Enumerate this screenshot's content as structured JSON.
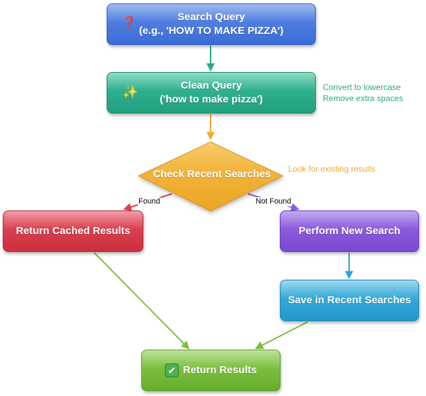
{
  "nodes": {
    "search_query": {
      "line1": "Search Query",
      "line2": "(e.g., 'HOW TO MAKE PIZZA')",
      "icon": "question-mark",
      "icon_glyph": "❓"
    },
    "clean_query": {
      "line1": "Clean Query",
      "line2": "('how to make pizza')",
      "icon": "sparkles",
      "icon_glyph": "✨"
    },
    "check_recent": {
      "label": "Check Recent Searches"
    },
    "return_cached": {
      "label": "Return Cached Results"
    },
    "perform_new": {
      "label": "Perform New Search"
    },
    "save_recent": {
      "label": "Save in Recent Searches"
    },
    "return_results": {
      "label": "Return Results",
      "icon": "check-mark",
      "icon_glyph": "✔"
    }
  },
  "notes": {
    "clean": {
      "line1": "Convert to lowercase",
      "line2": "Remove extra spaces",
      "color": "#2aa884"
    },
    "check": {
      "text": "Look for existing results",
      "color": "#f0a830"
    }
  },
  "edges": {
    "found": "Found",
    "not_found": "Not Found"
  },
  "colors": {
    "search_query": "#3a6cd6",
    "clean_query": "#219f7f",
    "check_recent": "#f2b33a",
    "return_cached": "#cc2f3f",
    "perform_new": "#7a48d2",
    "save_recent": "#2298c8",
    "return_results": "#67ad2b"
  }
}
